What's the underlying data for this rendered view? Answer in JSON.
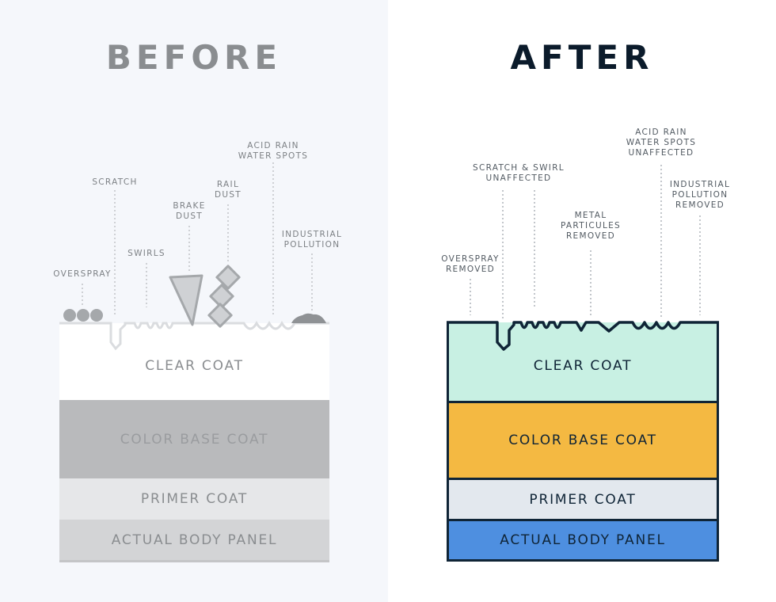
{
  "before": {
    "heading": "BEFORE",
    "labels": {
      "overspray": "OVERSPRAY",
      "scratch": "SCRATCH",
      "swirls": "SWIRLS",
      "brake_dust": "BRAKE\nDUST",
      "rail_dust": "RAIL\nDUST",
      "acid_rain": "ACID RAIN\nWATER SPOTS",
      "industrial_pollution": "INDUSTRIAL\nPOLLUTION"
    },
    "layers": {
      "clear_coat": "CLEAR COAT",
      "color_base_coat": "COLOR BASE COAT",
      "primer_coat": "PRIMER COAT",
      "body_panel": "ACTUAL BODY PANEL"
    }
  },
  "after": {
    "heading": "AFTER",
    "labels": {
      "overspray": "OVERSPRAY\nREMOVED",
      "scratch_swirl": "SCRATCH & SWIRL\nUNAFFECTED",
      "metal_particules": "METAL\nPARTICULES\nREMOVED",
      "acid_rain": "ACID RAIN\nWATER SPOTS\nUNAFFECTED",
      "industrial_pollution": "INDUSTRIAL\nPOLLUTION\nREMOVED"
    },
    "layers": {
      "clear_coat": "CLEAR COAT",
      "color_base_coat": "COLOR BASE COAT",
      "primer_coat": "PRIMER COAT",
      "body_panel": "ACTUAL BODY PANEL"
    }
  },
  "colors": {
    "before_clear": "#ffffff",
    "before_color_base": "#b9babc",
    "before_primer": "#e6e7e9",
    "before_body": "#d3d4d6",
    "after_clear": "#c8f0e3",
    "after_color_base": "#f4b942",
    "after_primer": "#e3e8ee",
    "after_body": "#4e8fe0",
    "outline": "#0f2436"
  }
}
